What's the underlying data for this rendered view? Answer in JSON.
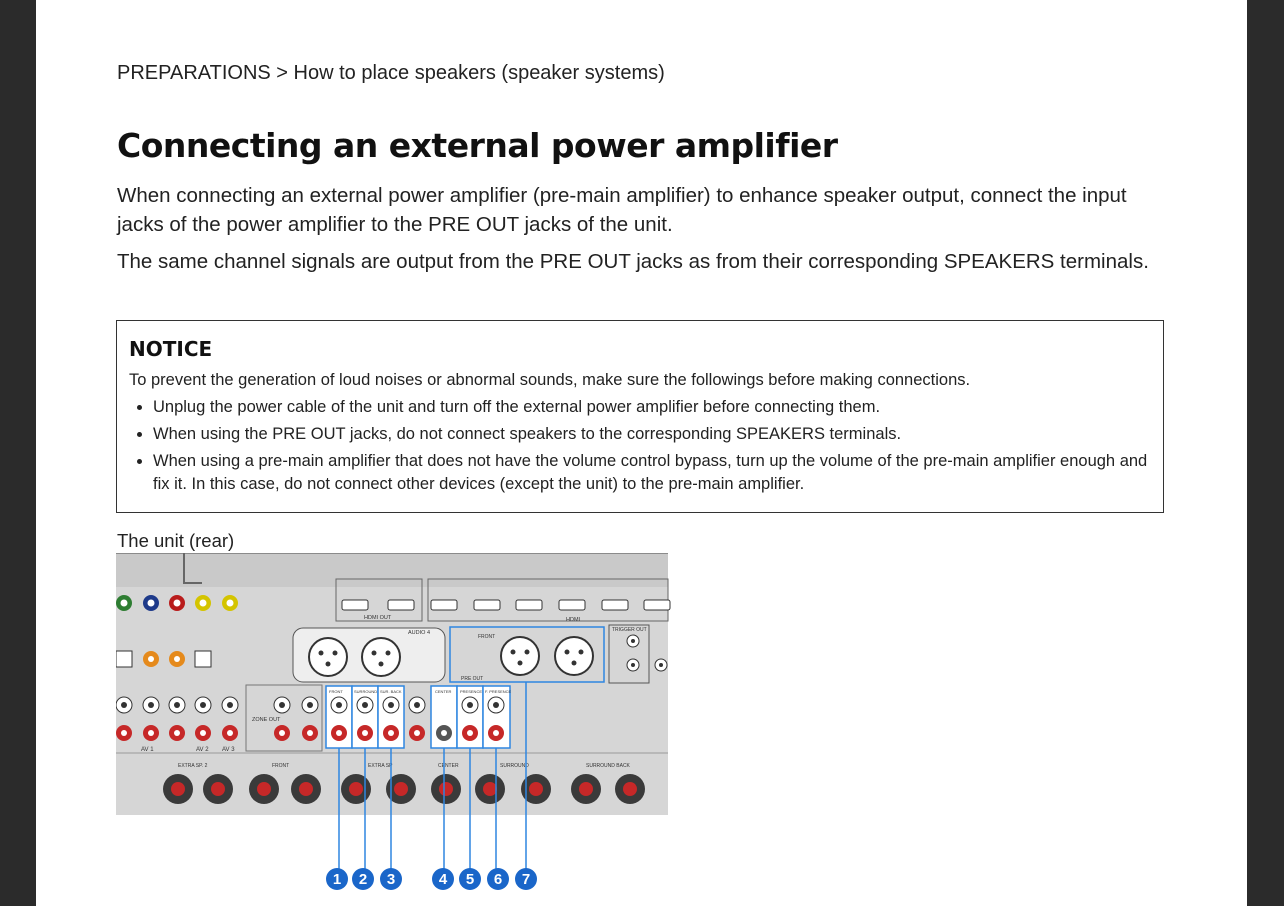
{
  "breadcrumb": "PREPARATIONS > How to place speakers (speaker systems)",
  "title": "Connecting an external power amplifier",
  "paragraphs": [
    "When connecting an external power amplifier (pre-main amplifier) to enhance speaker output, connect the input jacks of the power amplifier to the PRE OUT jacks of the unit.",
    "The same channel signals are output from the PRE OUT jacks as from their corresponding SPEAKERS terminals."
  ],
  "notice": {
    "title": "NOTICE",
    "intro": "To prevent the generation of loud noises or abnormal sounds, make sure the followings before making connections.",
    "items": [
      "Unplug the power cable of the unit and turn off the external power amplifier before connecting them.",
      "When using the PRE OUT jacks, do not connect speakers to the corresponding SPEAKERS terminals.",
      "When using a pre-main amplifier that does not have the volume control bypass, turn up the volume of the pre-main amplifier enough and fix it. In this case, do not connect other devices (except the unit) to the pre-main amplifier."
    ]
  },
  "caption": "The unit (rear)",
  "diagram": {
    "hdmi_out_label": "HDMI OUT",
    "hdmi_label": "HDMI",
    "trigger_label": "TRIGGER OUT",
    "audio4_label": "AUDIO 4",
    "front_label": "FRONT",
    "pre_out_label": "PRE OUT",
    "zone_out_label": "ZONE OUT",
    "av_labels": [
      "AV 1",
      "AV 2",
      "AV 3"
    ],
    "preout_jack_labels": [
      "FRONT",
      "SURROUND",
      "SUR. BACK",
      "CENTER",
      "PRESENCE",
      "F. PRESENCE"
    ],
    "speaker_labels": [
      "EXTRA SP. 2",
      "FRONT",
      "EXTRA SP",
      "CENTER",
      "SURROUND",
      "SURROUND BACK"
    ],
    "callouts": [
      "1",
      "2",
      "3",
      "4",
      "5",
      "6",
      "7"
    ],
    "callout_color": "#1a66c9",
    "highlight_color": "#2f86e0"
  }
}
